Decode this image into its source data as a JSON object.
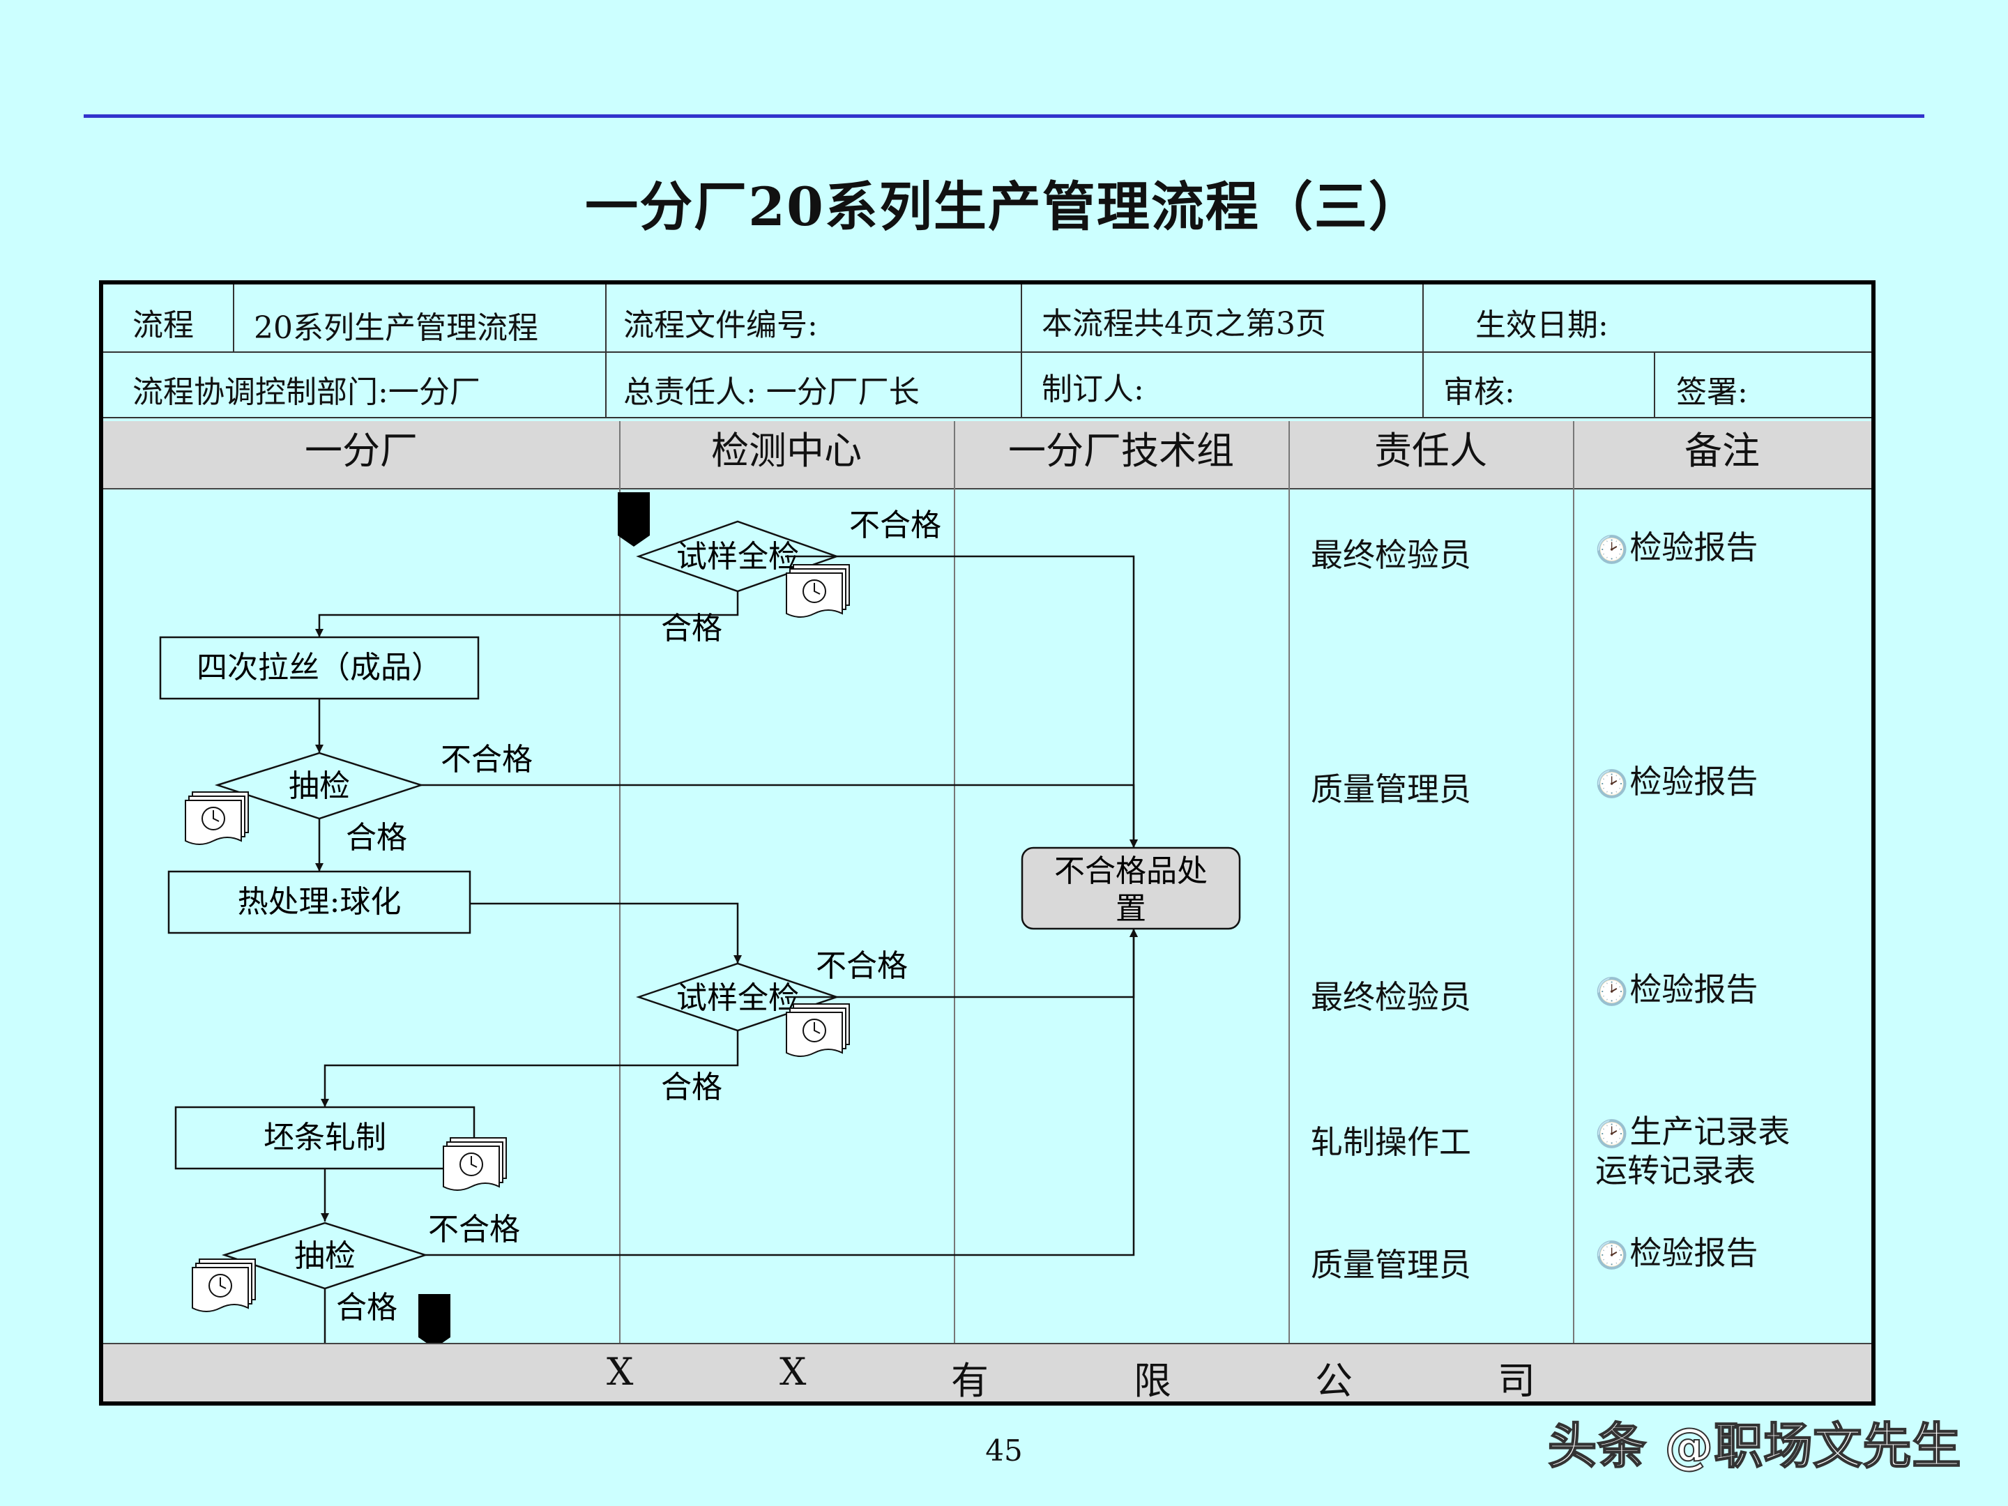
{
  "title": "一分厂20系列生产管理流程（三）",
  "header": {
    "process_label": "流程",
    "process_name": "20系列生产管理流程",
    "file_no": "流程文件编号:",
    "pages": "本流程共4页之第3页",
    "effective_date": "生效日期:",
    "dept": "流程协调控制部门:一分厂",
    "owner": "总责任人: 一分厂厂长",
    "author": "制订人:",
    "reviewer": "审核:",
    "signature": "签署:"
  },
  "lanes": [
    "一分厂",
    "检测中心",
    "一分厂技术组",
    "责任人",
    "备注"
  ],
  "nodes": {
    "check1": "试样全检",
    "draw4": "四次拉丝（成品）",
    "sample1": "抽检",
    "heat": "热处理:球化",
    "check2": "试样全检",
    "roll": "坯条轧制",
    "sample2": "抽检",
    "reject_line1": "不合格品处",
    "reject_line2": "置"
  },
  "edge_labels": {
    "fail": "不合格",
    "pass": "合格"
  },
  "responsibles": [
    "最终检验员",
    "质量管理员",
    "最终检验员",
    "轧制操作工",
    "质量管理员"
  ],
  "notes": {
    "report": "检验报告",
    "prod_record": "生产记录表",
    "transport_record": "运转记录表",
    "clock_glyph": "🕑"
  },
  "footer": [
    "X",
    "X",
    "有",
    "限",
    "公",
    "司"
  ],
  "page_number": "45",
  "watermark": "头条 @职场文先生",
  "colors": {
    "background": "#ccffff",
    "rule": "#3333cc",
    "band": "#d9d9d9",
    "reject_box": "#d9d9d9"
  }
}
